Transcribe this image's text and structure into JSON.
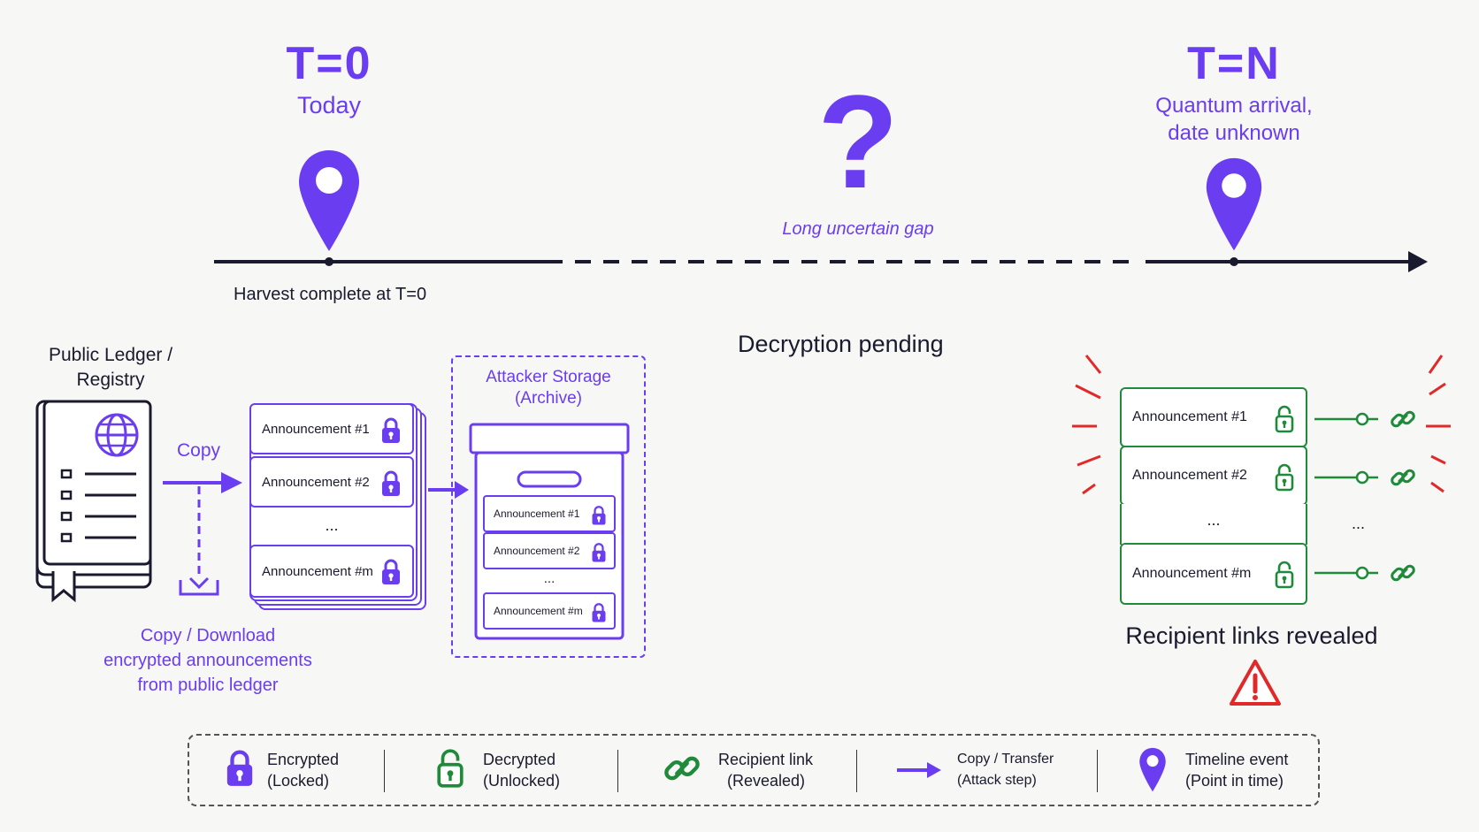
{
  "timeline": {
    "start": {
      "title": "T=0",
      "subtitle": "Today",
      "caption": "Harvest complete at T=0"
    },
    "gap": {
      "symbol": "?",
      "label": "Long uncertain gap"
    },
    "end": {
      "title": "T=N",
      "subtitle_line1": "Quantum arrival,",
      "subtitle_line2": "date unknown"
    }
  },
  "ledger": {
    "title_line1": "Public Ledger /",
    "title_line2": "Registry",
    "copy_label": "Copy",
    "download_line1": "Copy / Download",
    "download_line2": "encrypted announcements",
    "download_line3": "from public ledger"
  },
  "announcements": {
    "items": [
      "Announcement #1",
      "Announcement #2",
      "Announcement #m"
    ],
    "ellipsis": "..."
  },
  "storage": {
    "title_line1": "Attacker Storage",
    "title_line2": "(Archive)",
    "items": [
      "Announcement #1",
      "Announcement #2",
      "Announcement #m"
    ],
    "ellipsis": "..."
  },
  "pending_label": "Decryption pending",
  "revealed": {
    "items": [
      "Announcement #1",
      "Announcement #2",
      "Announcement #m"
    ],
    "ellipsis": "...",
    "link_ellipsis": "...",
    "caption": "Recipient links revealed"
  },
  "legend": [
    {
      "line1": "Encrypted",
      "line2": "(Locked)",
      "icon": "lock-icon"
    },
    {
      "line1": "Decrypted",
      "line2": "(Unlocked)",
      "icon": "unlock-icon"
    },
    {
      "line1": "Recipient link",
      "line2": "(Revealed)",
      "icon": "chain-link-icon"
    },
    {
      "line1": "Copy / Transfer",
      "line2": "(Attack step)",
      "icon": "arrow-icon"
    },
    {
      "line1": "Timeline event",
      "line2": "(Point in time)",
      "icon": "map-pin-icon"
    }
  ],
  "colors": {
    "primary": "#6a3df0",
    "green": "#1f8a3a",
    "red": "#e02a2a",
    "ink": "#1a1a2e"
  }
}
